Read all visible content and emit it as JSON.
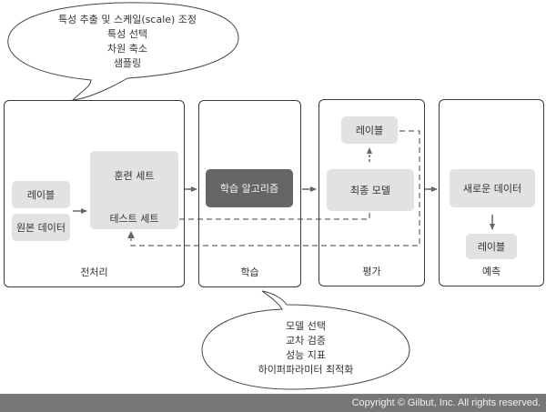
{
  "bubbles": {
    "preprocessing_notes": {
      "lines": [
        "특성 추출 및 스케일(scale) 조정",
        "특성 선택",
        "차원 축소",
        "샘플링"
      ]
    },
    "learning_notes": {
      "lines": [
        "모델 선택",
        "교차 검증",
        "성능 지표",
        "하이퍼파라미터 최적화"
      ]
    }
  },
  "panels": {
    "preprocessing": {
      "label": "전처리",
      "boxes": {
        "label": "레이블",
        "raw_data": "원본 데이터",
        "training_set": "훈련 세트",
        "test_set": "테스트 세트"
      }
    },
    "learning": {
      "label": "학습",
      "boxes": {
        "algorithm": "학습 알고리즘"
      }
    },
    "evaluation": {
      "label": "평가",
      "boxes": {
        "label": "레이블",
        "final_model": "최종 모델"
      }
    },
    "prediction": {
      "label": "예측",
      "boxes": {
        "new_data": "새로운 데이터",
        "label": "레이블"
      }
    }
  },
  "colors": {
    "box_fill": "#e2e2e2",
    "dark_box_fill": "#666666",
    "border": "#3a3a3a",
    "arrow": "#666666",
    "footer_bg": "#777777"
  },
  "footer": {
    "copyright": "Copyright © Gilbut, Inc. All rights reserved."
  }
}
